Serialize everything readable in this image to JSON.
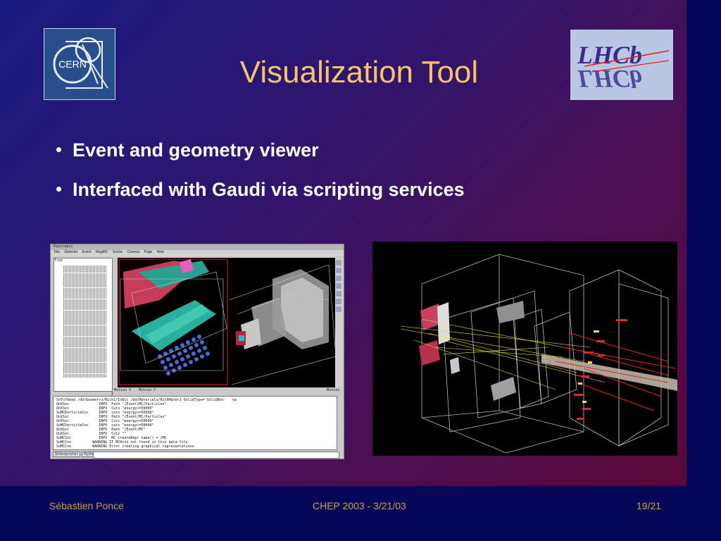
{
  "slide": {
    "title": "Visualization Tool",
    "bullets": [
      "Event and geometry viewer",
      "Interfaced with Gaudi via scripting services"
    ]
  },
  "logos": {
    "cern": "CERN",
    "lhcb": "LHCb"
  },
  "app_window": {
    "window_title": "Panoramix",
    "menu": [
      "File",
      "Detector",
      "Event",
      "MagMC",
      "Scene",
      "Camera",
      "Page",
      "Help"
    ],
    "tree_tab": "Tree",
    "status": [
      "Motion X",
      "Motion Y",
      "Motion Z"
    ],
    "console_lines": [
      "SoTo7deed /dd/Geometry/Rich1/Iv6ic /dd/Materials/RichMater1 SolidType='SolidBox'   na",
      "OnXSvc              INFO  Path \"/Event/MC/Particles\"",
      "OnXSvc              INFO  Cuts \"energy>=50000\"",
      "SoMCParticleCnv     INFO  cuts \"energy>=50000\"",
      "OnXSvc              INFO  Path \"/Event/MC/Particles\"",
      "OnXSvc              INFO  Cuts \"energy>=50000\"",
      "SoMCParticleCnv     INFO  cuts \"energy>=50000\"",
      "OnXSvc              INFO  Path \"/Event/MC\"",
      "OnXSvc              INFO  Cuts \"\"",
      "SoMCSvc             INFO  MC createRepr name() = /MC",
      "SoMCCnv          WARNING IT MCHits not found in this data file",
      "SoMCCnv          WARNING Error creating graphical representations"
    ],
    "console_tabs": [
      "Interpreter",
      "Python"
    ]
  },
  "footer": {
    "author": "Sébastien Ponce",
    "conference": "CHEP 2003 - 3/21/03",
    "page": "19/21"
  },
  "colors": {
    "title": "#f4c46a",
    "footer_text": "#c8a040",
    "background_start": "#1b1a80",
    "background_end": "#5c0838"
  }
}
